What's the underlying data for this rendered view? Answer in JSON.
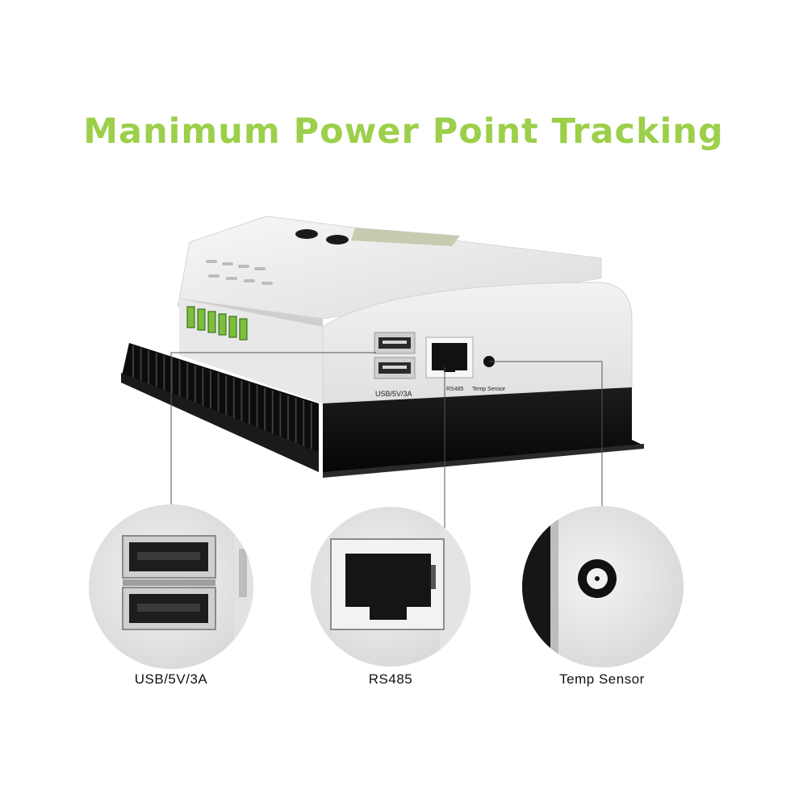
{
  "headline": "Manimum Power Point Tracking",
  "colors": {
    "headline": "#9ccf4a",
    "body_white": "#ececec",
    "heatsink_black": "#121212",
    "terminal_green": "#7bbf3a"
  },
  "device": {
    "port_labels": {
      "usb": "USB/5V/3A",
      "rs485": "RS485",
      "temp": "Temp Sensor"
    }
  },
  "details": [
    {
      "id": "usb",
      "icon": "usb-port-icon",
      "label": "USB/5V/3A"
    },
    {
      "id": "rs485",
      "icon": "rj45-port-icon",
      "label": "RS485"
    },
    {
      "id": "temp",
      "icon": "temp-sensor-jack-icon",
      "label": "Temp Sensor"
    }
  ]
}
